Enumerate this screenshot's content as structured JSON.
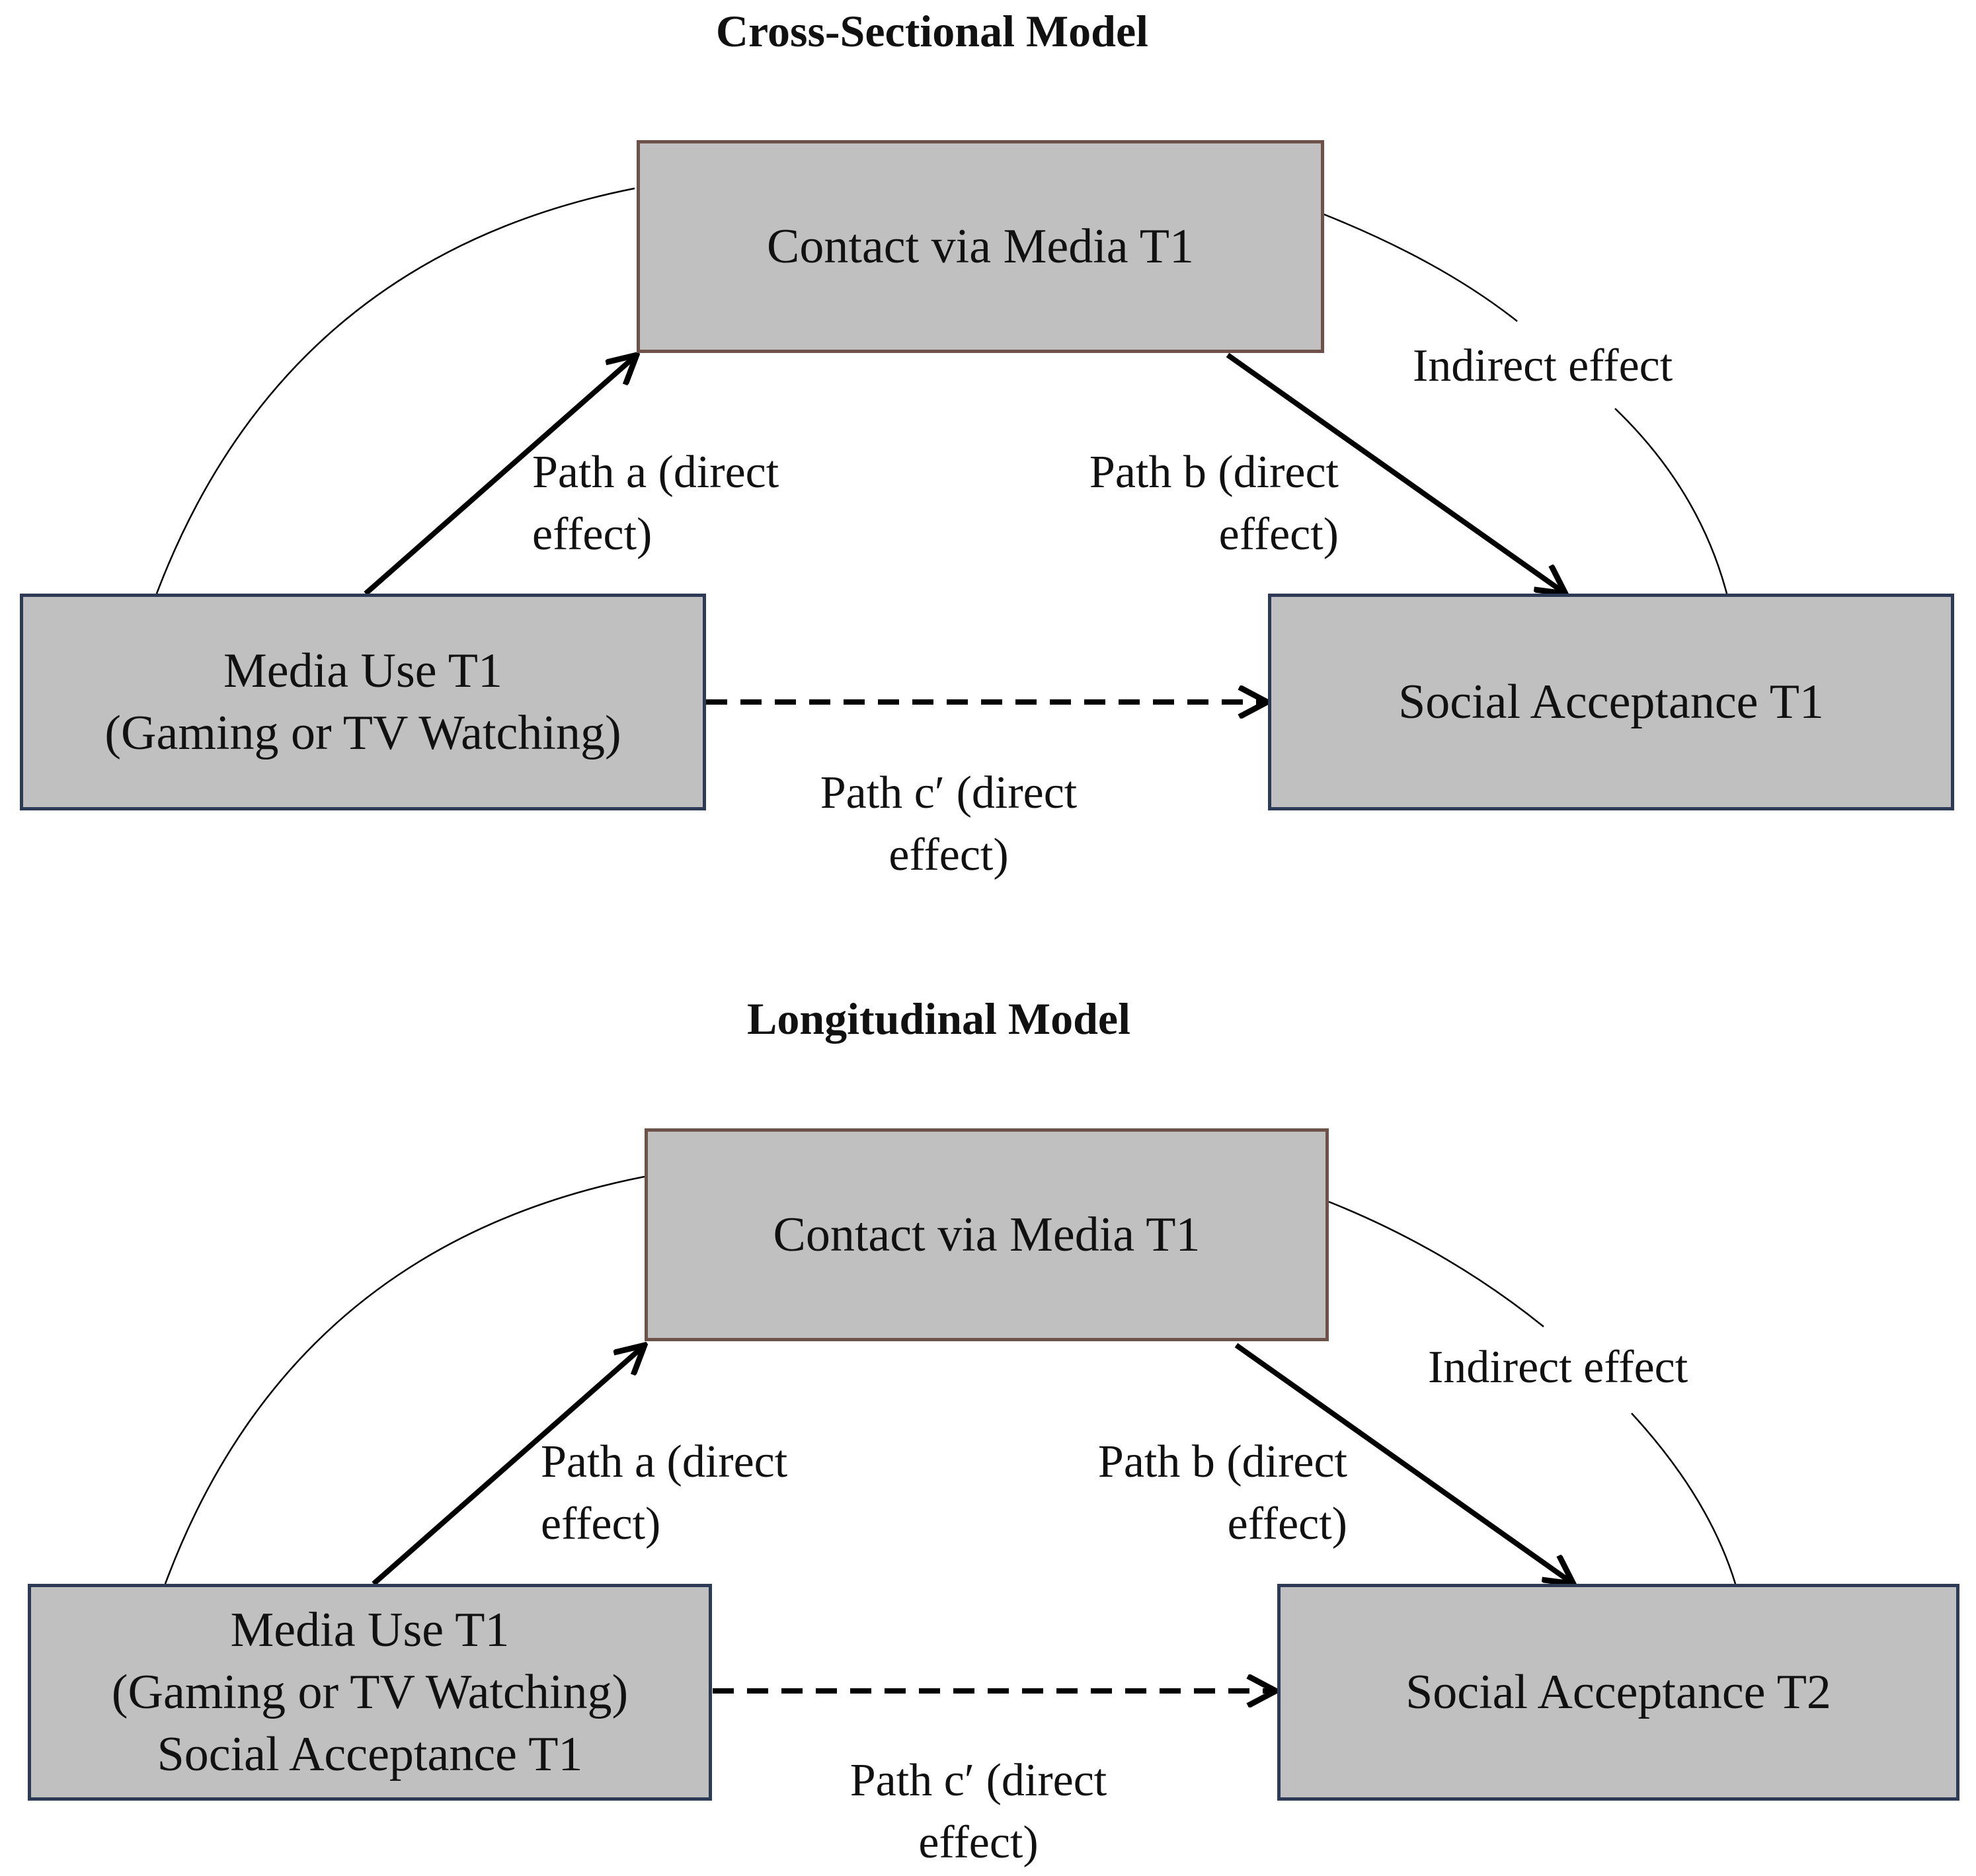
{
  "panels": [
    {
      "title": "Cross-Sectional Model",
      "mediator": [
        "Contact via Media T1"
      ],
      "predictor": [
        "Media Use T1",
        "(Gaming or TV Watching)"
      ],
      "outcome": [
        "Social Acceptance T1"
      ],
      "path_a": [
        "Path a (direct",
        "effect)"
      ],
      "path_b": [
        "Path b (direct",
        "effect)"
      ],
      "path_c": [
        "Path c′ (direct",
        "effect)"
      ],
      "indirect": "Indirect effect"
    },
    {
      "title": "Longitudinal Model",
      "mediator": [
        "Contact via Media T1"
      ],
      "predictor": [
        "Media Use T1",
        "(Gaming or TV Watching)",
        "Social Acceptance T1"
      ],
      "outcome": [
        "Social Acceptance T2"
      ],
      "path_a": [
        "Path a (direct",
        "effect)"
      ],
      "path_b": [
        "Path b (direct",
        "effect)"
      ],
      "path_c": [
        "Path c′ (direct",
        "effect)"
      ],
      "indirect": "Indirect effect"
    }
  ],
  "colors": {
    "box_fill": "#c0c0c0",
    "mediator_border": "#6e524a",
    "variable_border": "#2d3a55",
    "arrow": "#000000"
  }
}
